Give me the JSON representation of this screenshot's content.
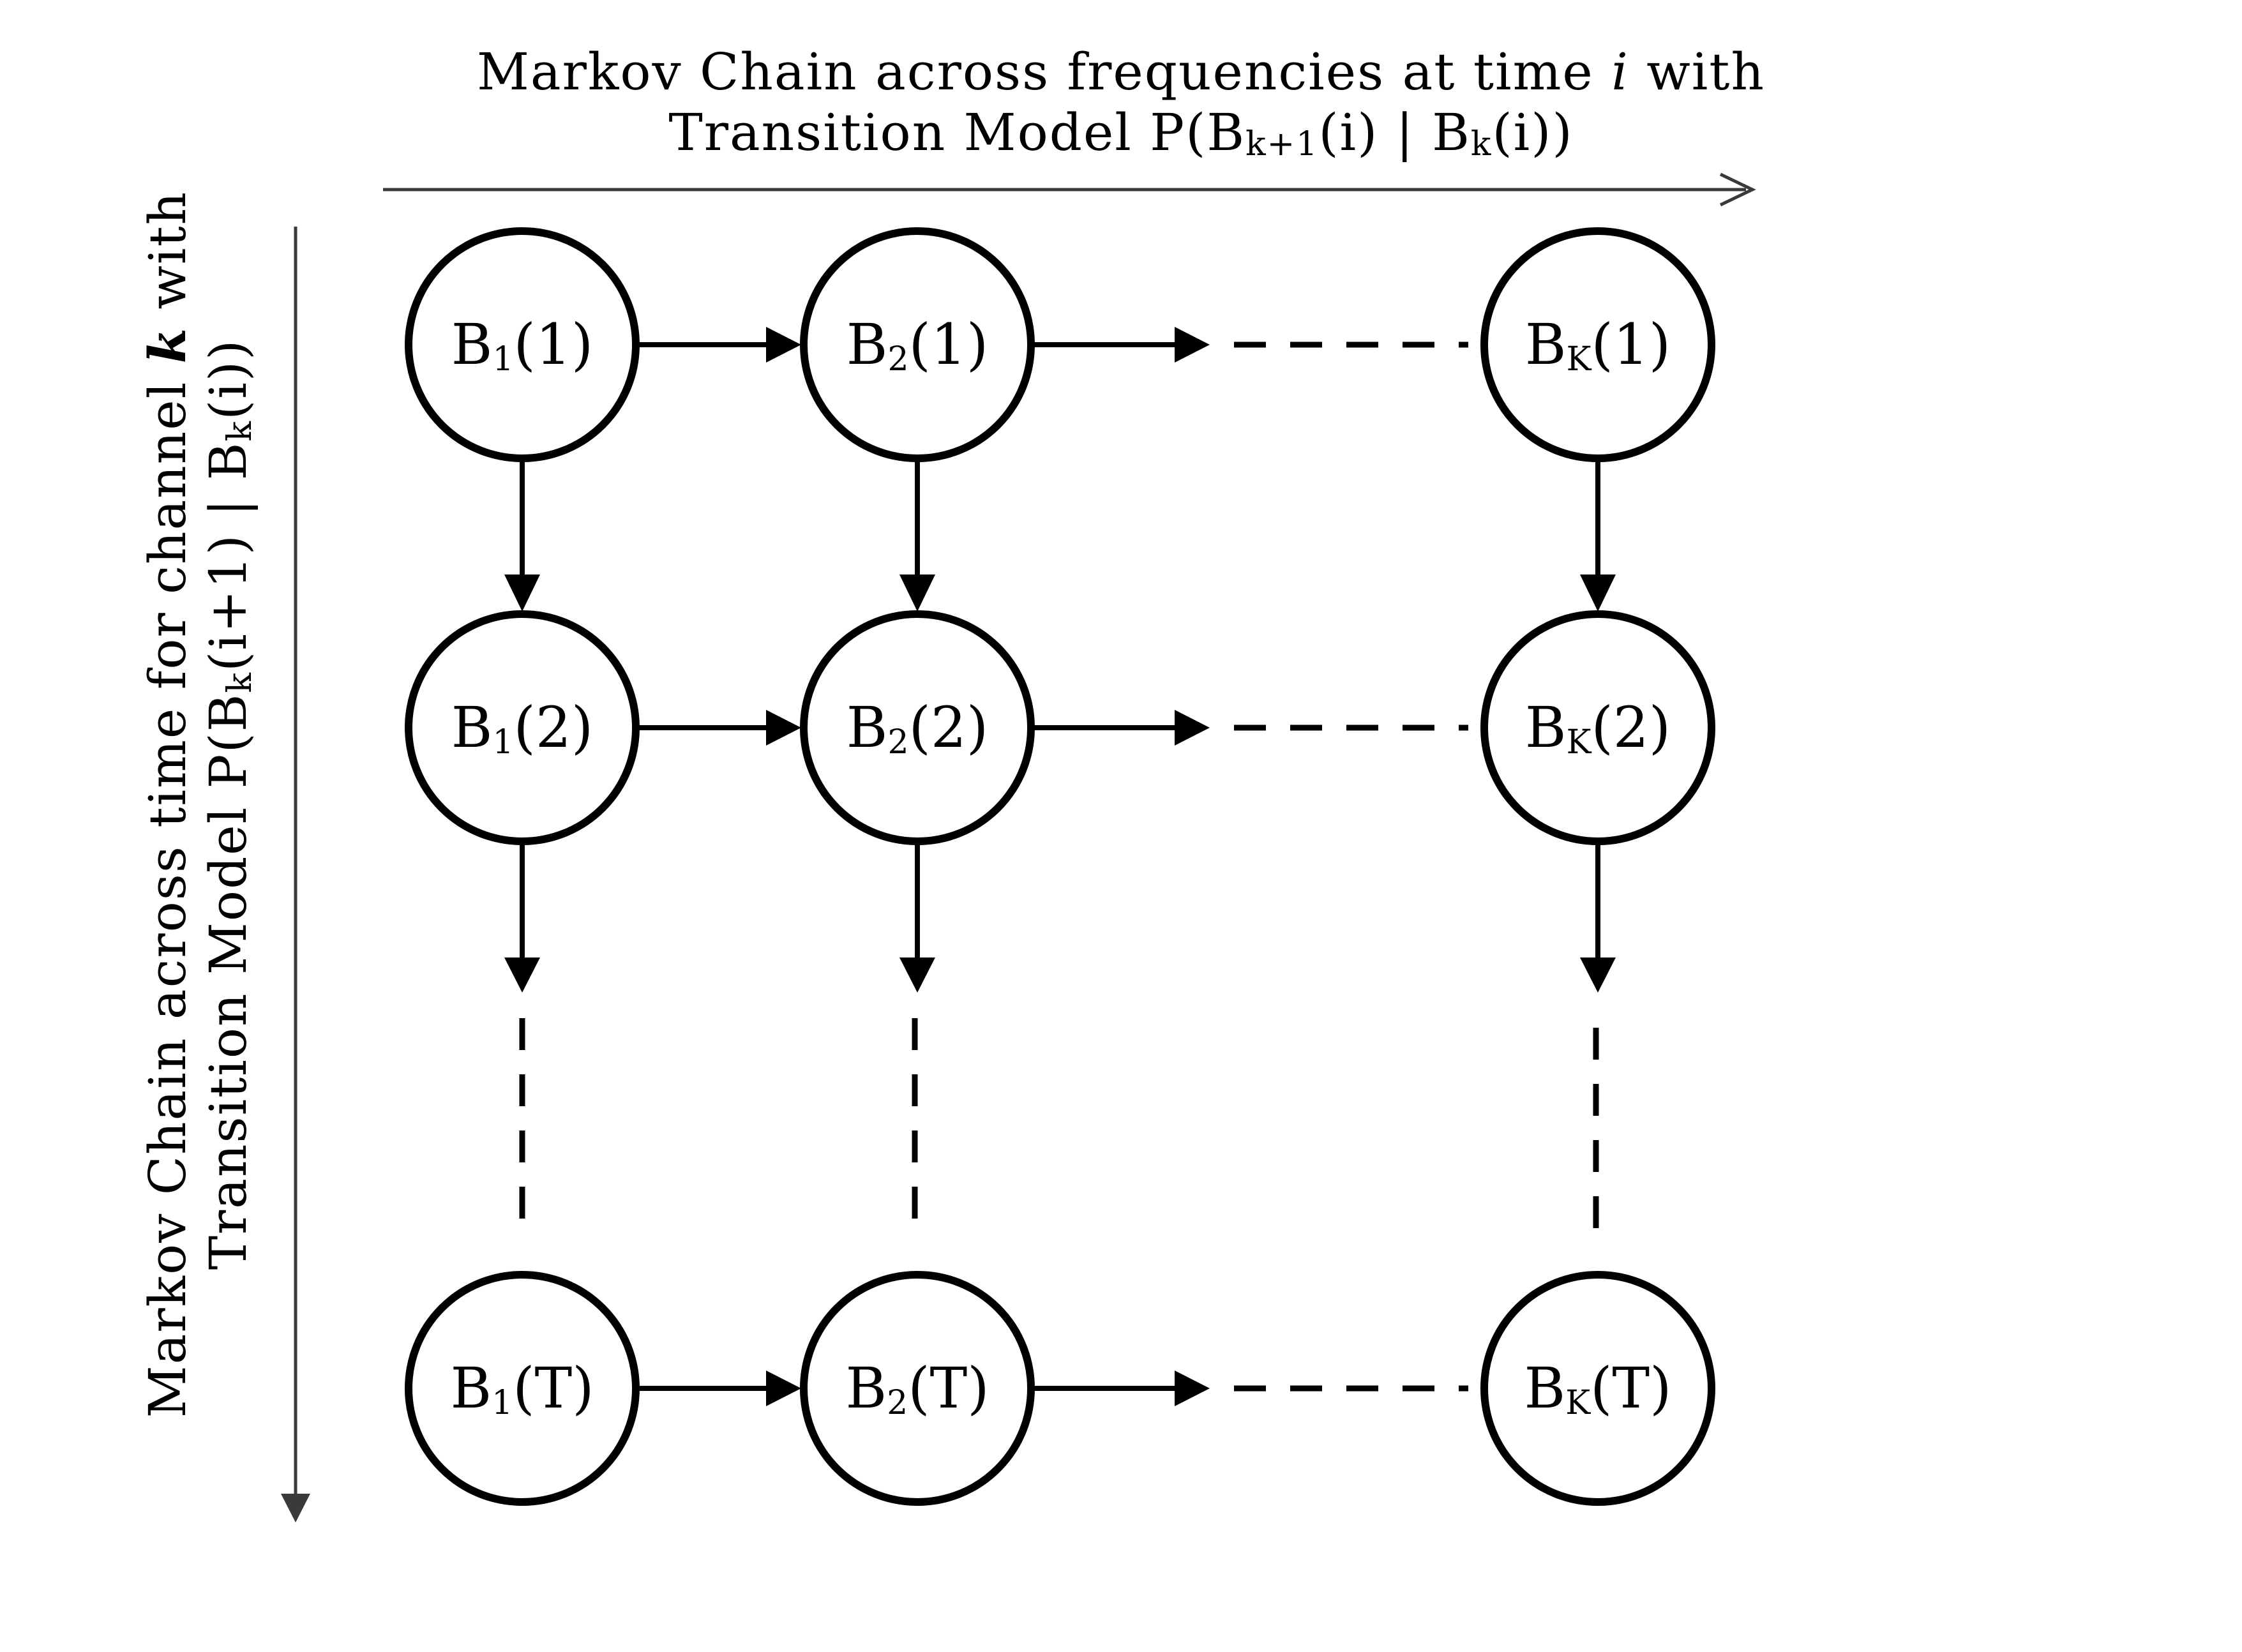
{
  "top_label": {
    "line1_text": "Markov Chain across frequencies at time ",
    "line1_var": "i",
    "line1_suffix": " with",
    "line2_prefix": "Transition Model P(B",
    "line2_sub1": "k+1",
    "line2_mid": "(i) | B",
    "line2_sub2": "k",
    "line2_suffix": "(i))"
  },
  "side_label": {
    "line1_text": "Markov Chain across time for channel ",
    "line1_var": "k",
    "line1_suffix": " with",
    "line2_prefix": "Transition Model P(B",
    "line2_sub1": "k",
    "line2_mid": "(i+1) | B",
    "line2_sub2": "k",
    "line2_suffix": "(i))"
  },
  "columns": [
    "1",
    "2",
    "K"
  ],
  "rows": [
    "1",
    "2",
    "T"
  ],
  "nodes": [
    {
      "id": "b1-1",
      "base": "B",
      "sub": "1",
      "arg": "(1)"
    },
    {
      "id": "b2-1",
      "base": "B",
      "sub": "2",
      "arg": "(1)"
    },
    {
      "id": "bK-1",
      "base": "B",
      "sub": "K",
      "arg": "(1)"
    },
    {
      "id": "b1-2",
      "base": "B",
      "sub": "1",
      "arg": "(2)"
    },
    {
      "id": "b2-2",
      "base": "B",
      "sub": "2",
      "arg": "(2)"
    },
    {
      "id": "bK-2",
      "base": "B",
      "sub": "K",
      "arg": "(2)"
    },
    {
      "id": "b1-T",
      "base": "B",
      "sub": "1",
      "arg": "(T)"
    },
    {
      "id": "b2-T",
      "base": "B",
      "sub": "2",
      "arg": "(T)"
    },
    {
      "id": "bK-T",
      "base": "B",
      "sub": "K",
      "arg": "(T)"
    }
  ],
  "colors": {
    "stroke": "#000000",
    "axis": "#3a3a3a",
    "background": "#ffffff"
  }
}
